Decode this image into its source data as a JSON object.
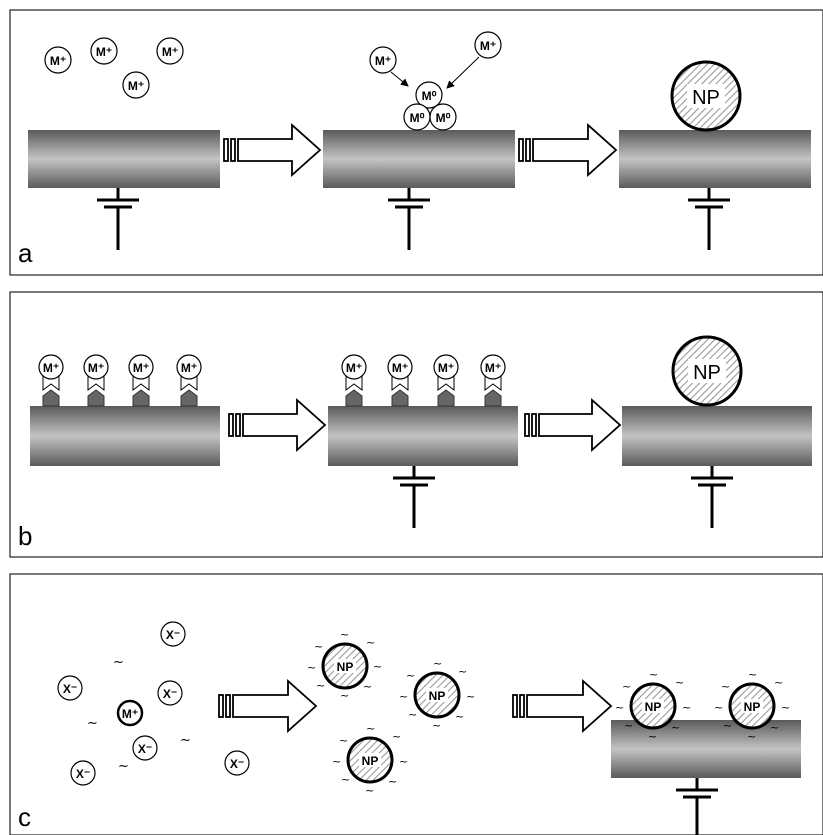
{
  "panels": [
    {
      "label": "a",
      "ions_free": [
        "M+",
        "M+",
        "M+",
        "M+"
      ],
      "ions_reduced": [
        "M0",
        "M0",
        "M0"
      ],
      "ions_arriving": [
        "M+",
        "M+"
      ],
      "nanoparticle": "NP"
    },
    {
      "label": "b",
      "bound_ions_step1": [
        "M+",
        "M+",
        "M+",
        "M+"
      ],
      "bound_ions_step2": [
        "M+",
        "M+",
        "M+",
        "M+"
      ],
      "nanoparticle": "NP"
    },
    {
      "label": "c",
      "ions": [
        "X-",
        "X-",
        "M+",
        "X-",
        "X-",
        "X-",
        "X-"
      ],
      "nanoparticles_solution": [
        "NP",
        "NP",
        "NP"
      ],
      "nanoparticles_deposited": [
        "NP",
        "NP"
      ]
    }
  ]
}
